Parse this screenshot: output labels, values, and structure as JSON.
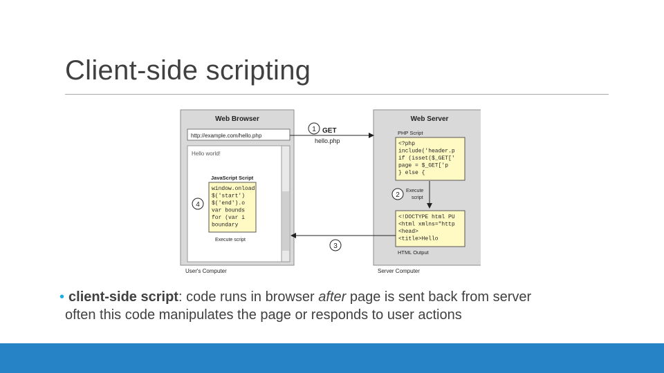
{
  "slide": {
    "title": "Client-side scripting"
  },
  "diagram": {
    "browser_title": "Web Browser",
    "server_title": "Web Server",
    "url": "http://example.com/hello.php",
    "page_text": "Hello world!",
    "js_label": "JavaScript Script",
    "js_code": [
      "window.onload",
      "$('start')",
      "$('end').o",
      "var bounds",
      "for (var i",
      "boundary"
    ],
    "execute_script_label": "Execute script",
    "php_label": "PHP Script",
    "php_code": [
      "<?php",
      "include('header.p",
      "if (isset($_GET['",
      "  page = $_GET['p",
      "} else {"
    ],
    "html_code": [
      "<!DOCTYPE html PU",
      "<html xmlns=\"http",
      "  <head>",
      "    <title>Hello"
    ],
    "html_output_label": "HTML Output",
    "step1_num": "1",
    "step1_label": "GET",
    "step1_sub": "hello.php",
    "step2_num": "2",
    "step2_label": "Execute",
    "step2_sub": "script",
    "step3_num": "3",
    "step4_num": "4",
    "users_computer": "User's Computer",
    "server_computer": "Server Computer"
  },
  "body": {
    "bullet_term": "client-side script",
    "bullet_rest_1": ": code runs in browser ",
    "bullet_em": "after",
    "bullet_rest_2": " page is sent back from server",
    "line2": "often this code manipulates the page or responds to user actions"
  },
  "colors": {
    "accent": "#1cade4",
    "footer": "#2683c6",
    "code_bg": "#fff9c4"
  }
}
